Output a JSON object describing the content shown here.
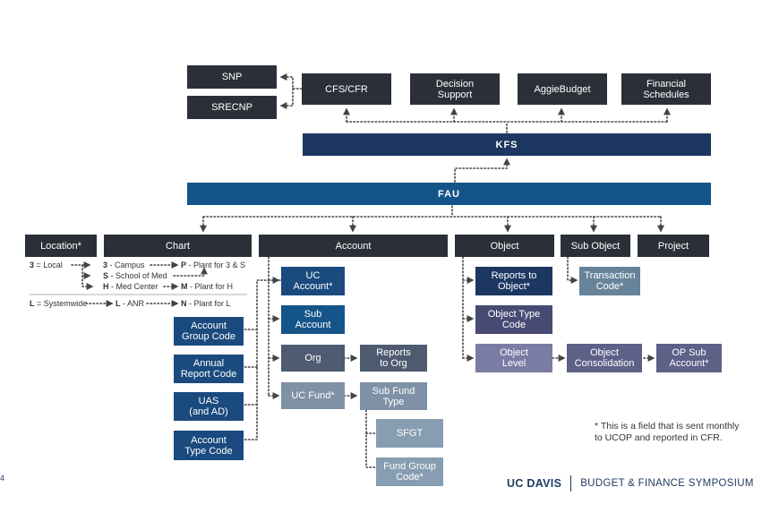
{
  "boxes": {
    "snp": "SNP",
    "srecnp": "SRECNP",
    "cfs_cfr": "CFS/CFR",
    "decision_support": "Decision\nSupport",
    "aggie_budget": "AggieBudget",
    "financial_schedules": "Financial\nSchedules",
    "kfs": "KFS",
    "fau": "FAU",
    "location": "Location*",
    "chart": "Chart",
    "account": "Account",
    "object": "Object",
    "sub_object": "Sub Object",
    "project": "Project",
    "uc_account": "UC\nAccount*",
    "sub_account": "Sub\nAccount",
    "org": "Org",
    "reports_to_org": "Reports\nto Org",
    "uc_fund": "UC Fund*",
    "sub_fund_type": "Sub Fund\nType",
    "sfgt": "SFGT",
    "fund_group_code": "Fund Group\nCode*",
    "account_group_code": "Account\nGroup Code",
    "annual_report_code": "Annual\nReport Code",
    "uas": "UAS\n(and AD)",
    "account_type_code": "Account\nType Code",
    "reports_to_object": "Reports to\nObject*",
    "object_type_code": "Object Type\nCode",
    "object_level": "Object\nLevel",
    "object_consolidation": "Object\nConsolidation",
    "op_sub_account": "OP Sub\nAccount*",
    "transaction_code": "Transaction\nCode*"
  },
  "location_legend": {
    "local_code": "3",
    "local_label": " = Local",
    "campus_code": "3",
    "campus_label": " - Campus",
    "plant_3s_code": "P",
    "plant_3s_label": " - Plant for 3 & S",
    "school_code": "S",
    "school_label": " - School of Med",
    "medcenter_code": "H",
    "medcenter_label": " - Med Center",
    "plant_h_code": "M",
    "plant_h_label": " - Plant for H",
    "systemwide_code": "L",
    "systemwide_label": " = Systemwide",
    "anr_code": "L",
    "anr_label": " - ANR",
    "plant_l_code": "N",
    "plant_l_label": " - Plant for L"
  },
  "footnote": "* This is a field that is sent monthly\nto UCOP and reported in CFR.",
  "footer": {
    "brand": "UC DAVIS",
    "event": "BUDGET & FINANCE SYMPOSIUM"
  },
  "page_number": "4",
  "colors": {
    "dark": "#2b3038",
    "navy": "#1c3761",
    "blue": "#1a4a7e",
    "purple": "#474b73",
    "slate_gray": "#879db1",
    "connector": "#444444"
  }
}
